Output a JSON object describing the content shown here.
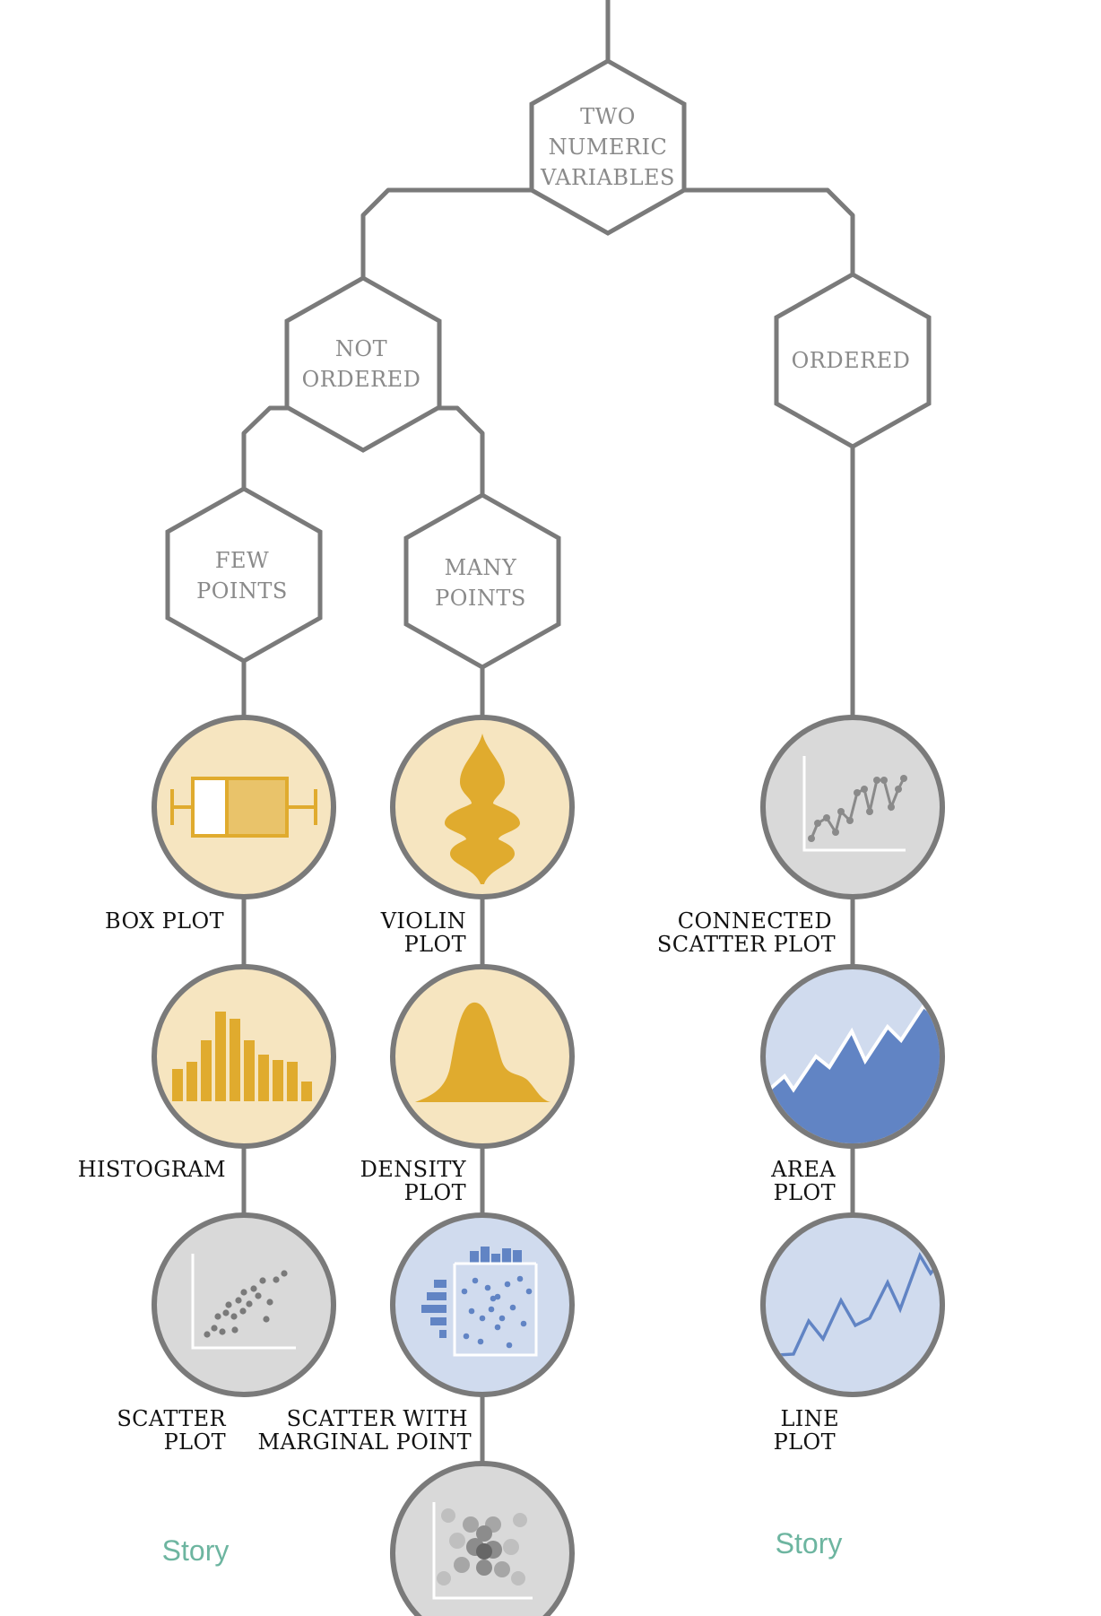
{
  "colors": {
    "stroke": "#7a7a7a",
    "gray_fill": "#d9d9d9",
    "yellow_fill": "#f6e5c0",
    "yellow_icon": "#e0ab2e",
    "blue_fill": "#d0dbee",
    "blue_icon": "#6184c4",
    "story": "#6db5a0",
    "label": "#111111",
    "hex_text": "#8a8a8a"
  },
  "hex_nodes": {
    "two_numeric": [
      "TWO",
      "NUMERIC",
      "VARIABLES"
    ],
    "not_ordered": [
      "NOT",
      "ORDERED"
    ],
    "ordered": [
      "ORDERED"
    ],
    "few_points": [
      "FEW",
      "POINTS"
    ],
    "many_points": [
      "MANY",
      "POINTS"
    ]
  },
  "chart_nodes": {
    "box_plot": {
      "label": [
        "BOX PLOT"
      ],
      "icon": "box-plot-icon",
      "theme": "yellow"
    },
    "histogram": {
      "label": [
        "HISTOGRAM"
      ],
      "icon": "histogram-icon",
      "theme": "yellow"
    },
    "scatter_plot": {
      "label": [
        "SCATTER",
        "PLOT"
      ],
      "icon": "scatter-icon",
      "theme": "gray"
    },
    "violin_plot": {
      "label": [
        "VIOLIN",
        "PLOT"
      ],
      "icon": "violin-icon",
      "theme": "yellow"
    },
    "density_plot": {
      "label": [
        "DENSITY",
        "PLOT"
      ],
      "icon": "density-icon",
      "theme": "yellow"
    },
    "scatter_marginal": {
      "label": [
        "SCATTER WITH",
        "MARGINAL POINT"
      ],
      "icon": "marginal-scatter-icon",
      "theme": "blue"
    },
    "hexbin": {
      "label": [],
      "icon": "hexbin-icon",
      "theme": "gray"
    },
    "connected_scatter": {
      "label": [
        "CONNECTED",
        "SCATTER PLOT"
      ],
      "icon": "connected-scatter-icon",
      "theme": "gray"
    },
    "area_plot": {
      "label": [
        "AREA",
        "PLOT"
      ],
      "icon": "area-icon",
      "theme": "blue"
    },
    "line_plot": {
      "label": [
        "LINE",
        "PLOT"
      ],
      "icon": "line-icon",
      "theme": "blue"
    }
  },
  "story_links": [
    "Story",
    "Story"
  ]
}
